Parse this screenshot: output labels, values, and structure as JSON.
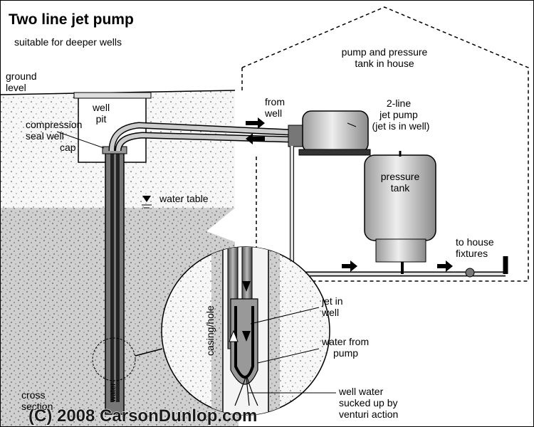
{
  "title": "Two line jet pump",
  "subtitle": "suitable for deeper wells",
  "labels": {
    "ground_level": [
      "ground",
      "level"
    ],
    "well_pit": [
      "well",
      "pit"
    ],
    "compression_cap": [
      "compression",
      "seal  well",
      "cap"
    ],
    "water_table": "water table",
    "house": [
      "pump and pressure",
      "tank in house"
    ],
    "from_well": [
      "from",
      "well"
    ],
    "jet_pump": [
      "2-line",
      "jet pump",
      "(jet is in well)"
    ],
    "pressure_tank": [
      "pressure",
      "tank"
    ],
    "to_house": [
      "to house",
      "fixtures"
    ],
    "casing": "casing/hole",
    "jet_in_well": [
      "jet in",
      "well"
    ],
    "water_from_pump": [
      "water from",
      "pump"
    ],
    "well_water": [
      "well water",
      "sucked up by",
      "venturi action"
    ],
    "water_vertical": "water",
    "cross_section": [
      "cross",
      "section"
    ]
  },
  "copyright": "(C) 2008 CarsonDunlop.com"
}
